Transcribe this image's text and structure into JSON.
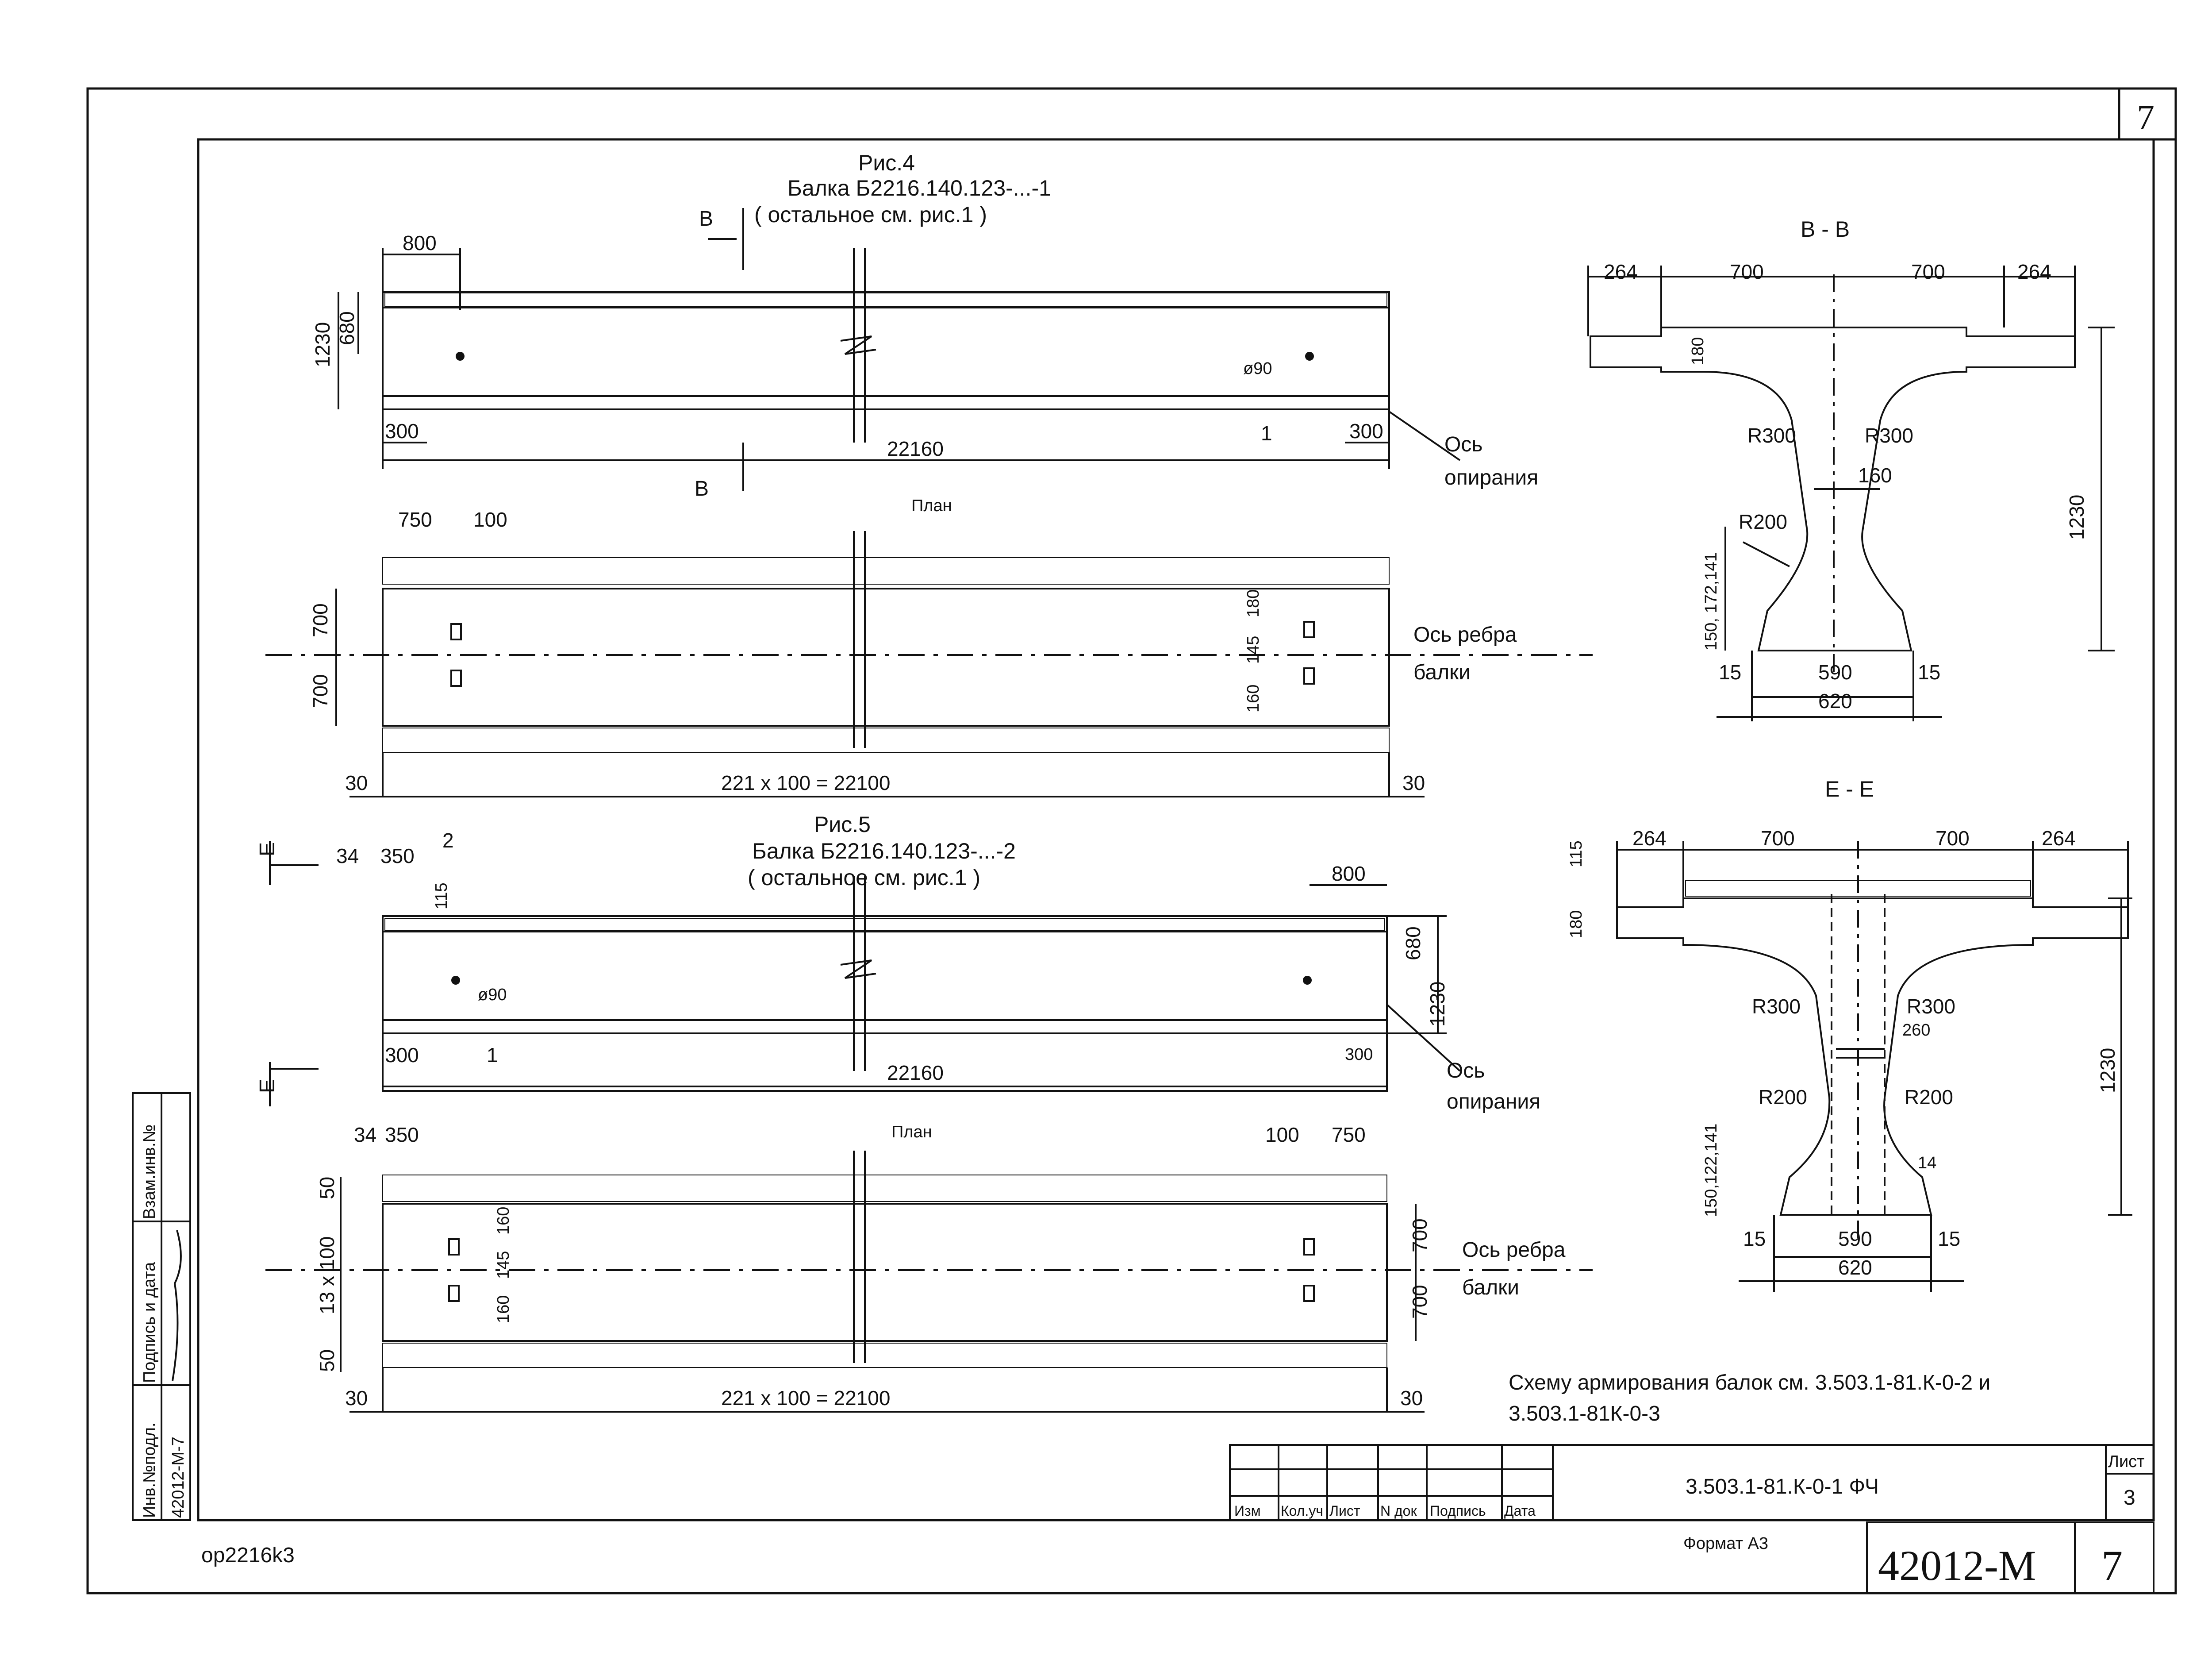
{
  "corner_sheet_no": "7",
  "fig4": {
    "title": "Рис.4",
    "subtitle": "Балка Б2216.140.123-...-1",
    "note": "( остальное см. рис.1 )",
    "section_mark": "В",
    "dims": {
      "d800": "800",
      "d680": "680",
      "d1230": "1230",
      "d300a": "300",
      "d300b": "300",
      "d22160": "22160",
      "d90": "ø90",
      "callout1": "1"
    },
    "axis_label_1": "Ось",
    "axis_label_2": "опирания"
  },
  "plan1": {
    "title": "План",
    "dims": {
      "d750": "750",
      "d100": "100",
      "d700a": "700",
      "d700b": "700",
      "d180": "180",
      "d145": "145",
      "d160": "160",
      "d30a": "30",
      "d30b": "30",
      "total": "221 x 100 = 22100"
    },
    "axis_label_1": "Ось ребра",
    "axis_label_2": "балки"
  },
  "fig5": {
    "title": "Рис.5",
    "subtitle": "Балка Б2216.140.123-...-2",
    "note": "( остальное см. рис.1 )",
    "section_mark": "Е",
    "dims": {
      "d34": "34",
      "d350": "350",
      "d115": "115",
      "callout2": "2",
      "d800": "800",
      "d680": "680",
      "d1230": "1230",
      "d300a": "300",
      "d300b": "300",
      "d22160": "22160",
      "d90": "ø90",
      "callout1": "1"
    },
    "axis_label_1": "Ось",
    "axis_label_2": "опирания"
  },
  "plan2": {
    "title": "План",
    "dims": {
      "d34": "34",
      "d350": "350",
      "d100": "100",
      "d750": "750",
      "d50a": "50",
      "d13x100": "13 x 100",
      "d50b": "50",
      "d160a": "160",
      "d145": "145",
      "d160b": "160",
      "d700a": "700",
      "d700b": "700",
      "d30a": "30",
      "d30b": "30",
      "total": "221 x 100 = 22100"
    },
    "axis_label_1": "Ось ребра",
    "axis_label_2": "балки"
  },
  "sectionB": {
    "title": "В - В",
    "dims": {
      "d264a": "264",
      "d700a": "700",
      "d700b": "700",
      "d264b": "264",
      "d180": "180",
      "r300a": "R300",
      "r300b": "R300",
      "d160": "160",
      "r200": "R200",
      "d1230": "1230",
      "d150": "150, 172,141",
      "d15a": "15",
      "d590": "590",
      "d15b": "15",
      "d620": "620"
    }
  },
  "sectionE": {
    "title": "Е - Е",
    "dims": {
      "d115": "115",
      "d264a": "264",
      "d700a": "700",
      "d700b": "700",
      "d264b": "264",
      "d180": "180",
      "r300a": "R300",
      "r300b": "R300",
      "d260": "260",
      "r200a": "R200",
      "r200b": "R200",
      "d1230": "1230",
      "d150": "150,122,141",
      "d15a": "15",
      "d590": "590",
      "d15b": "15",
      "d620": "620",
      "d14": "14"
    }
  },
  "note": {
    "line1": "Схему армирования балок см. 3.503.1-81.К-0-2 и",
    "line2": "3.503.1-81К-0-3"
  },
  "side_stamp": {
    "col1": "Инв.№подл.",
    "col1_val": "42012-М-7",
    "col2": "Подпись и дата",
    "col3": "Взам.инв.№"
  },
  "title_block": {
    "headers": [
      "Изм",
      "Кол.уч",
      "Лист",
      "N док",
      "Подпись",
      "Дата"
    ],
    "code": "3.503.1-81.К-0-1 ФЧ",
    "sheet_label": "Лист",
    "sheet_value": "3",
    "format_label": "Формат А3",
    "archive_no": "42012-М",
    "archive_sheet": "7"
  },
  "footer_code": "op2216k3"
}
